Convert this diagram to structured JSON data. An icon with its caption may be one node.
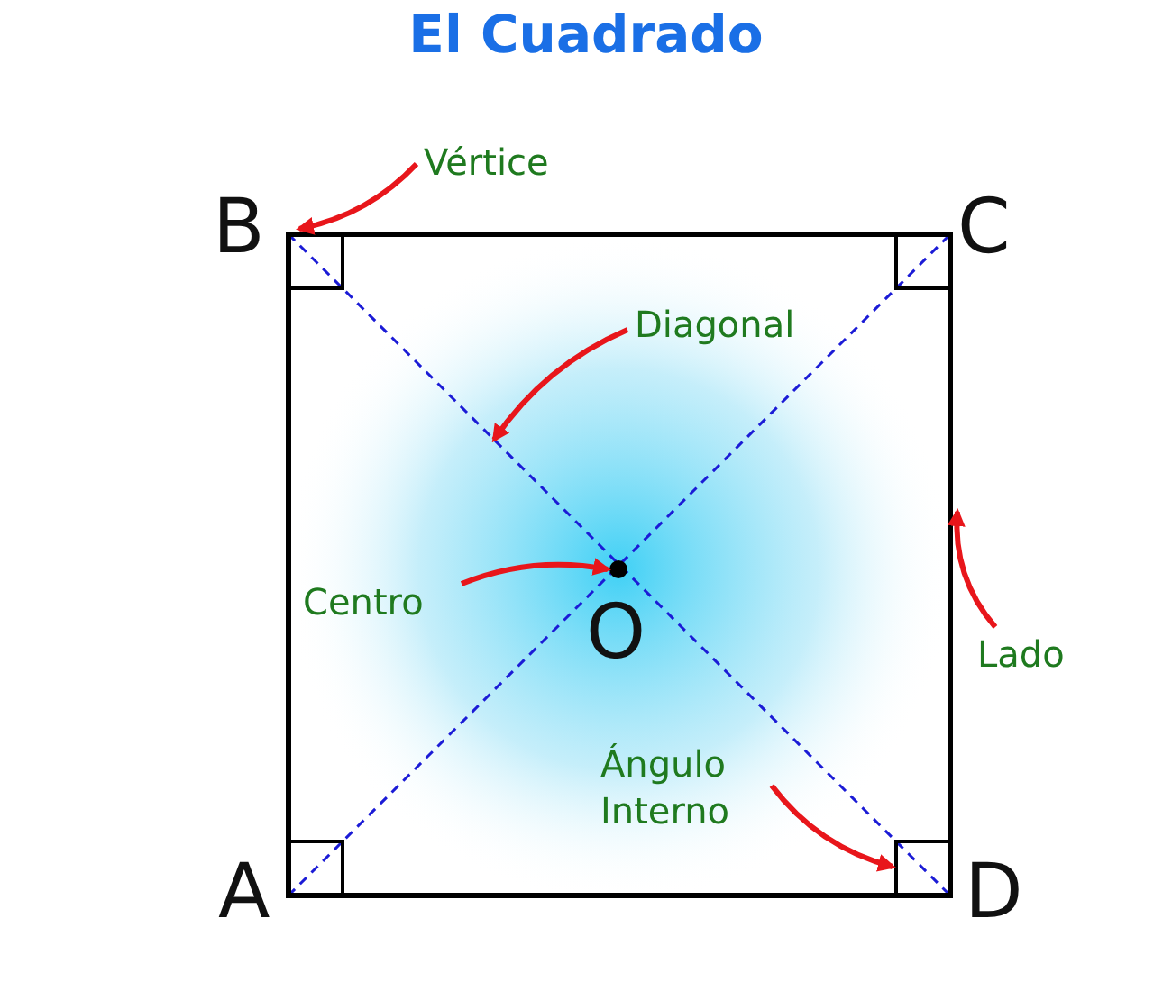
{
  "diagram": {
    "title": "El Cuadrado",
    "nodes": [
      {
        "text": [
          "Vértice"
        ]
      },
      {
        "text": [
          "Diagonal"
        ]
      },
      {
        "text": [
          "Centro"
        ]
      },
      {
        "text": [],
        "shape": "circle"
      },
      {
        "text": [
          "Lado"
        ]
      },
      {
        "text": [
          "Ángulo Interno"
        ]
      },
      {
        "text": [],
        "shape": "box"
      }
    ],
    "edges": [
      {
        "from": 0,
        "to": null,
        "arrow": "to"
      },
      {
        "from": 1,
        "to": null,
        "arrow": "to"
      },
      {
        "from": 2,
        "to": 3,
        "arrow": "to"
      },
      {
        "from": 4,
        "to": null,
        "arrow": "to"
      },
      {
        "from": 5,
        "to": 6,
        "arrow": "to"
      }
    ],
    "labels": [
      "B",
      "C",
      "O",
      "A",
      "D"
    ]
  }
}
